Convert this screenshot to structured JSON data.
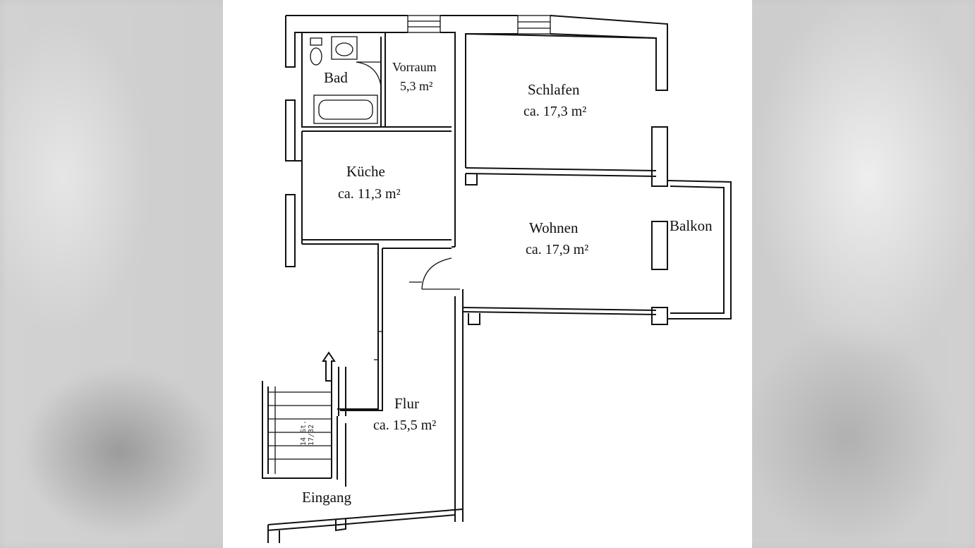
{
  "floor_plan": {
    "rooms": {
      "bad": {
        "name": "Bad"
      },
      "vorraum": {
        "name": "Vorraum",
        "area": "5,3 m²"
      },
      "schlafen": {
        "name": "Schlafen",
        "area": "ca. 17,3 m²"
      },
      "kueche": {
        "name": "Küche",
        "area": "ca. 11,3 m²"
      },
      "wohnen": {
        "name": "Wohnen",
        "area": "ca. 17,9 m²"
      },
      "balkon": {
        "name": "Balkon"
      },
      "flur": {
        "name": "Flur",
        "area": "ca. 15,5 m²"
      },
      "eingang": {
        "name": "Eingang"
      }
    },
    "stair_marking": [
      "14 St.",
      "17/32"
    ],
    "colors": {
      "paper": "#ffffff",
      "ink": "#111111",
      "backdrop": "#c8c8c8"
    }
  }
}
